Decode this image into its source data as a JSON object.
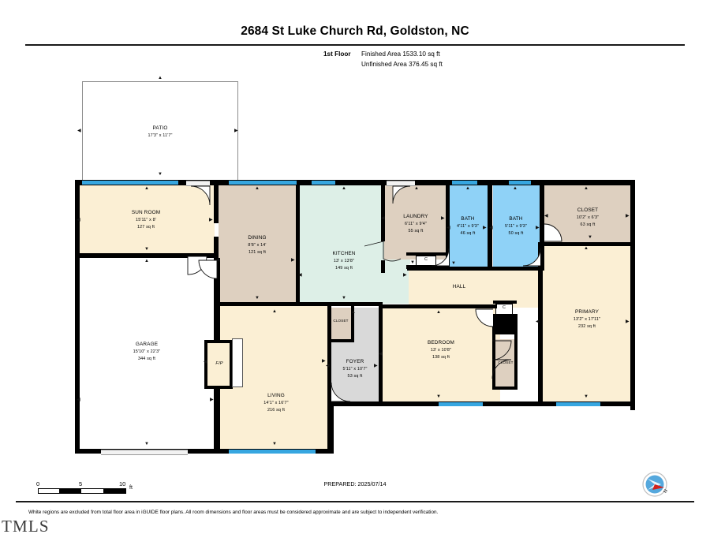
{
  "header": {
    "title": "2684 St Luke Church Rd, Goldston, NC",
    "floor_label": "1st Floor",
    "finished_area": "Finished Area 1533.10 sq ft",
    "unfinished_area": "Unfinished Area 376.45 sq ft"
  },
  "rooms": {
    "patio": {
      "name": "PATIO",
      "dim": "17'3\" x 11'7\"",
      "sqft": ""
    },
    "sun_room": {
      "name": "SUN ROOM",
      "dim": "15'11\" x 8'",
      "sqft": "127 sq ft"
    },
    "dining": {
      "name": "DINING",
      "dim": "8'8\" x 14'",
      "sqft": "121 sq ft"
    },
    "kitchen": {
      "name": "KITCHEN",
      "dim": "13' x 13'8\"",
      "sqft": "149 sq ft"
    },
    "laundry": {
      "name": "LAUNDRY",
      "dim": "6'11\" x 9'4\"",
      "sqft": "55 sq ft"
    },
    "bath1": {
      "name": "BATH",
      "dim": "4'11\" x 9'3\"",
      "sqft": "46 sq ft"
    },
    "bath2": {
      "name": "BATH",
      "dim": "5'11\" x 9'3\"",
      "sqft": "50 sq ft"
    },
    "closet_top": {
      "name": "CLOSET",
      "dim": "10'2\" x 6'3\"",
      "sqft": "63 sq ft"
    },
    "primary": {
      "name": "PRIMARY",
      "dim": "13'2\" x 17'11\"",
      "sqft": "232 sq ft"
    },
    "bedroom": {
      "name": "BEDROOM",
      "dim": "13' x 10'8\"",
      "sqft": "138 sq ft"
    },
    "foyer": {
      "name": "FOYER",
      "dim": "5'11\" x 10'7\"",
      "sqft": "53 sq ft"
    },
    "living": {
      "name": "LIVING",
      "dim": "14'1\" x 16'7\"",
      "sqft": "216 sq ft"
    },
    "garage": {
      "name": "GARAGE",
      "dim": "15'10\" x 22'3\"",
      "sqft": "344 sq ft"
    },
    "hall": {
      "name": "HALL",
      "dim": "",
      "sqft": ""
    },
    "closet_foyer": {
      "name": "CLOSET"
    },
    "closet_bedroom": {
      "name": "CLOSET"
    },
    "closet_c1": {
      "name": "C"
    },
    "closet_c2": {
      "name": "C"
    },
    "fireplace": {
      "name": "F/P"
    }
  },
  "scale": {
    "ticks": [
      "0",
      "5",
      "10"
    ],
    "unit": "ft"
  },
  "prepared": "PREPARED: 2025/07/14",
  "compass": {
    "north_label": "N"
  },
  "footer": {
    "disclaimer": "White regions are excluded from total floor area in iGUIDE floor plans. All room dimensions and floor areas must be considered approximate and are subject to independent verification.",
    "logo": "TMLS"
  },
  "colors": {
    "cream": "#fbefd4",
    "taupe": "#ded0c0",
    "mint": "#ddefe7",
    "blue_room": "#8fd2f7",
    "gray_room": "#d9d9d9",
    "window": "#36a6e0",
    "wall": "#000000"
  }
}
